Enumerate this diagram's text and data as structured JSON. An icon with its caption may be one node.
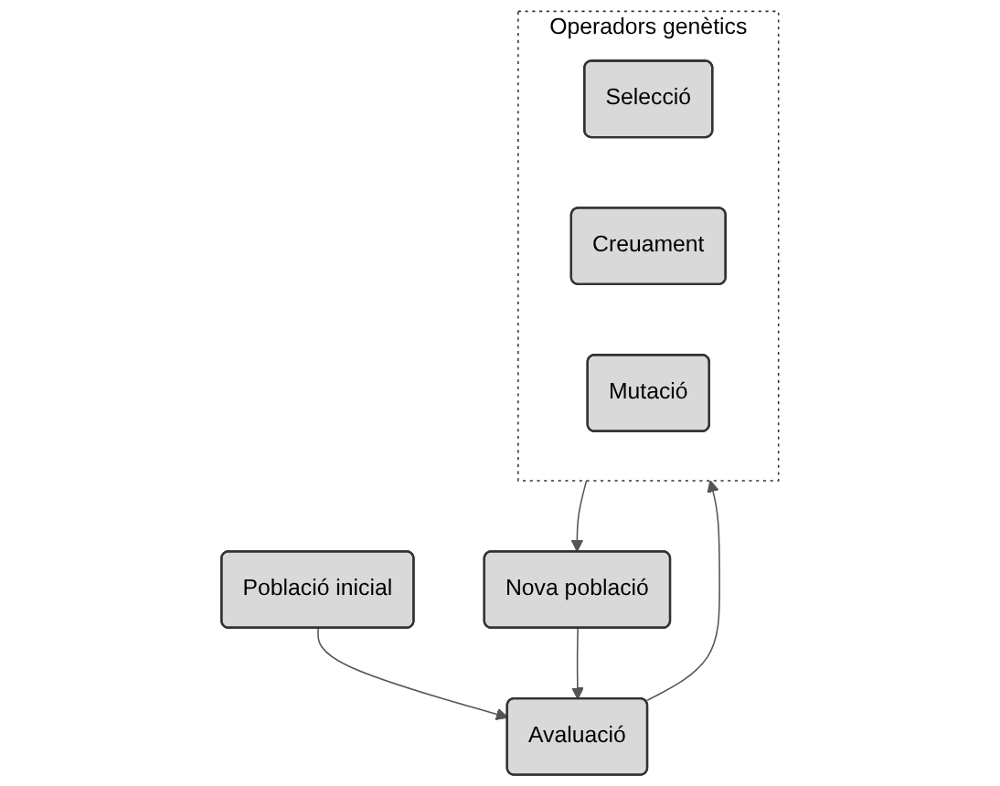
{
  "diagram": {
    "nodes": [
      {
        "text": [
          "Població inicial"
        ]
      },
      {
        "text": [
          "Avaluació"
        ]
      },
      {
        "text": [
          "Operadors genètics"
        ]
      },
      {
        "text": [
          "Selecció"
        ],
        "in": 2
      },
      {
        "text": [
          "Creuament"
        ],
        "in": 2
      },
      {
        "text": [
          "Mutació"
        ],
        "in": 2
      },
      {
        "text": [
          "Nova població"
        ]
      }
    ],
    "edges": [
      {
        "from": 0,
        "to": 1,
        "arrow": "to"
      },
      {
        "from": 1,
        "to": 2,
        "arrow": "to"
      },
      {
        "from": 2,
        "to": 6,
        "arrow": "to"
      },
      {
        "from": 6,
        "to": 1,
        "arrow": "to"
      }
    ]
  }
}
